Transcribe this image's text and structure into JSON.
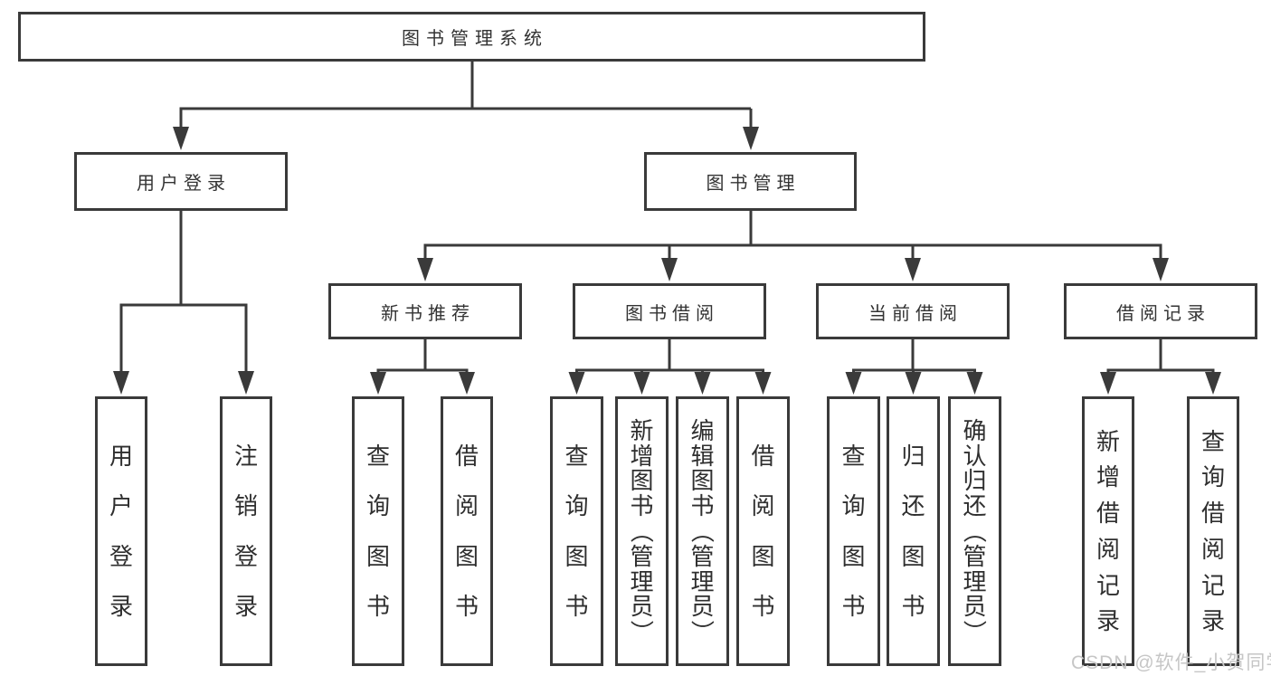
{
  "tree": {
    "root": {
      "label": "图书管理系统"
    },
    "branches": [
      {
        "label": "用户登录",
        "children": [
          "用户登录",
          "注销登录"
        ]
      },
      {
        "label": "图书管理",
        "sections": [
          {
            "label": "新书推荐",
            "children": [
              "查询图书",
              "借阅图书"
            ]
          },
          {
            "label": "图书借阅",
            "children": [
              "查询图书",
              "新增图书（管理员）",
              "编辑图书（管理员）",
              "借阅图书"
            ]
          },
          {
            "label": "当前借阅",
            "children": [
              "查询图书",
              "归还图书",
              "确认归还（管理员）"
            ]
          },
          {
            "label": "借阅记录",
            "children": [
              "新增借阅记录",
              "查询借阅记录"
            ]
          }
        ]
      }
    ]
  },
  "watermark": {
    "text": "CSDN @软件_小贺同学"
  },
  "colors": {
    "line": "#3a3a3a",
    "box_border": "#3a3a3a",
    "text": "#333333",
    "watermark_text": "#c6c6c6",
    "background": "#ffffff"
  }
}
